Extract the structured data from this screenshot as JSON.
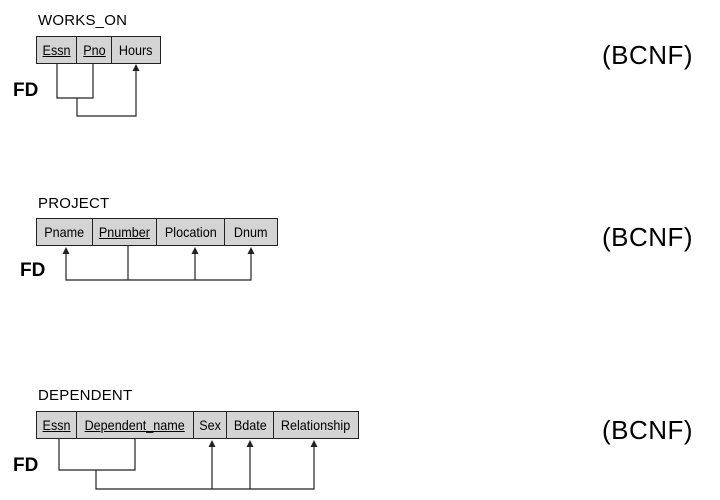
{
  "diagram": {
    "fd_label": "FD",
    "relations": [
      {
        "name": "WORKS_ON",
        "normal_form": "(BCNF)",
        "attributes": [
          {
            "label": "Essn",
            "key": true
          },
          {
            "label": "Pno",
            "key": true
          },
          {
            "label": "Hours",
            "key": false
          }
        ]
      },
      {
        "name": "PROJECT",
        "normal_form": "(BCNF)",
        "attributes": [
          {
            "label": "Pname",
            "key": false
          },
          {
            "label": "Pnumber",
            "key": true
          },
          {
            "label": "Plocation",
            "key": false
          },
          {
            "label": "Dnum",
            "key": false
          }
        ]
      },
      {
        "name": "DEPENDENT",
        "normal_form": "(BCNF)",
        "attributes": [
          {
            "label": "Essn",
            "key": true
          },
          {
            "label": "Dependent_name",
            "key": true
          },
          {
            "label": "Sex",
            "key": false
          },
          {
            "label": "Bdate",
            "key": false
          },
          {
            "label": "Relationship",
            "key": false
          }
        ]
      }
    ]
  }
}
